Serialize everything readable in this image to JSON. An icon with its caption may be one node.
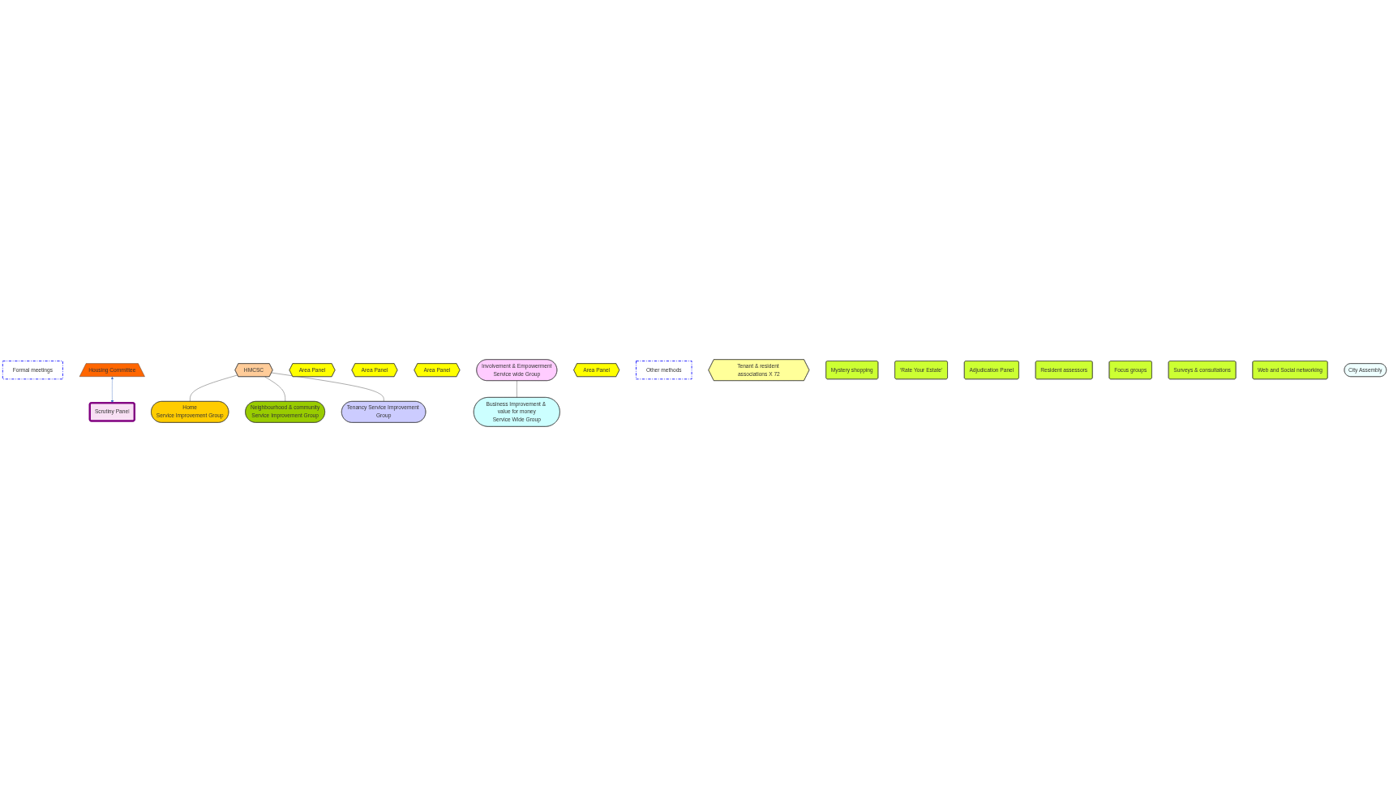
{
  "diagram": {
    "nodes": [
      {
        "text": [
          "Formal meetings"
        ]
      },
      {
        "text": [
          "Housing Committee"
        ]
      },
      {
        "text": [
          "Scrutiny Panel"
        ]
      },
      {
        "text": [
          "HMCSC"
        ]
      },
      {
        "text": [
          "Area Panel"
        ]
      },
      {
        "text": [
          "Home",
          "Service Improvement Group"
        ]
      },
      {
        "text": [
          "Neighbourhood & community",
          "Service Improvement Group"
        ]
      },
      {
        "text": [
          "Tenancy Service Improvement Group"
        ]
      },
      {
        "text": [
          "Area Panel"
        ]
      },
      {
        "text": [
          "Area Panel"
        ]
      },
      {
        "text": [
          "Involvement & Empowerment",
          "Service wide Group"
        ]
      },
      {
        "text": [
          "Business Improvement & value for money",
          "Service Wide Group"
        ]
      },
      {
        "text": [
          "Area Panel"
        ]
      },
      {
        "text": [
          "Other methods"
        ]
      },
      {
        "text": [
          "Tenant & resident associations X 72"
        ]
      },
      {
        "text": [
          "Mystery shopping"
        ]
      },
      {
        "text": [
          "‘Rate Your Estate’"
        ]
      },
      {
        "text": [
          "Adjudication Panel"
        ]
      },
      {
        "text": [
          "Resident assessors"
        ]
      },
      {
        "text": [
          "Focus groups"
        ]
      },
      {
        "text": [
          "Surveys & consultations"
        ]
      },
      {
        "text": [
          "Web and Social networking"
        ]
      },
      {
        "text": [
          "City Assembly"
        ]
      }
    ],
    "edges": [
      {
        "from": 1,
        "to": 2,
        "arrow": "both",
        "color": "#4472c4"
      },
      {
        "from": 3,
        "to": 5,
        "arrow": "none"
      },
      {
        "from": 3,
        "to": 6,
        "arrow": "none"
      },
      {
        "from": 3,
        "to": 7,
        "arrow": "none"
      },
      {
        "from": 10,
        "to": 11,
        "arrow": "none"
      }
    ]
  }
}
